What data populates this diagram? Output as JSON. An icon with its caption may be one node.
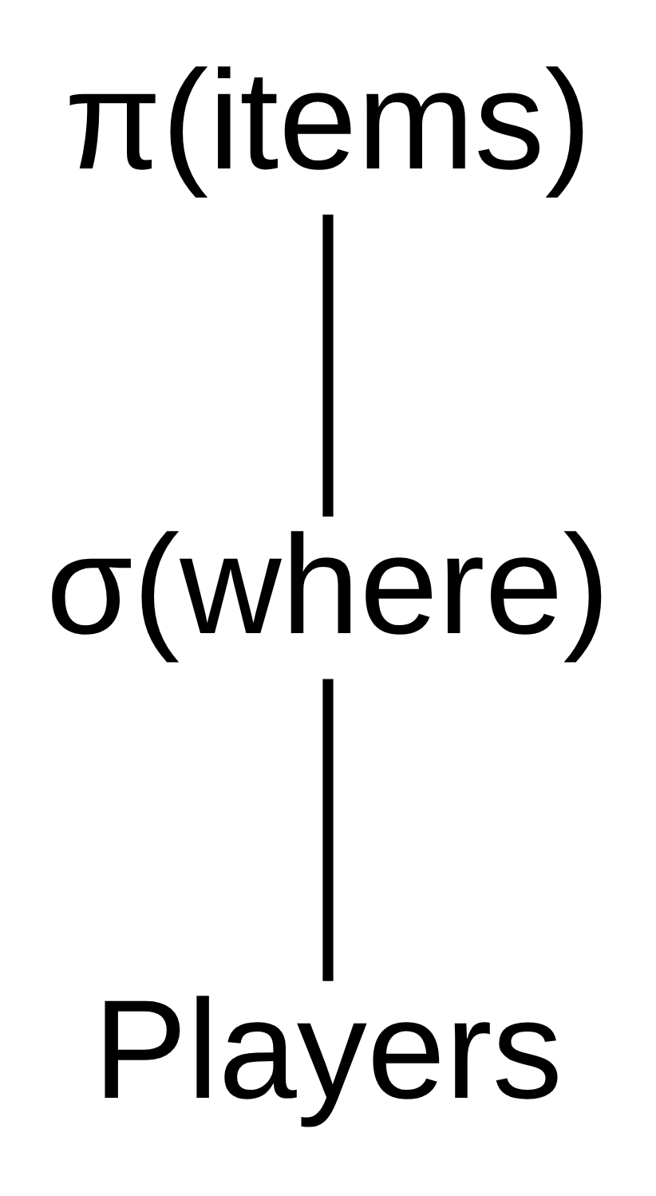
{
  "diagram": {
    "nodes": [
      {
        "text": [
          "π(items)"
        ]
      },
      {
        "text": [
          "σ(where)"
        ]
      },
      {
        "text": [
          "Players"
        ]
      }
    ],
    "edges": [
      {
        "from": 0,
        "to": 1,
        "arrow": "none"
      },
      {
        "from": 1,
        "to": 2,
        "arrow": "none"
      }
    ]
  }
}
